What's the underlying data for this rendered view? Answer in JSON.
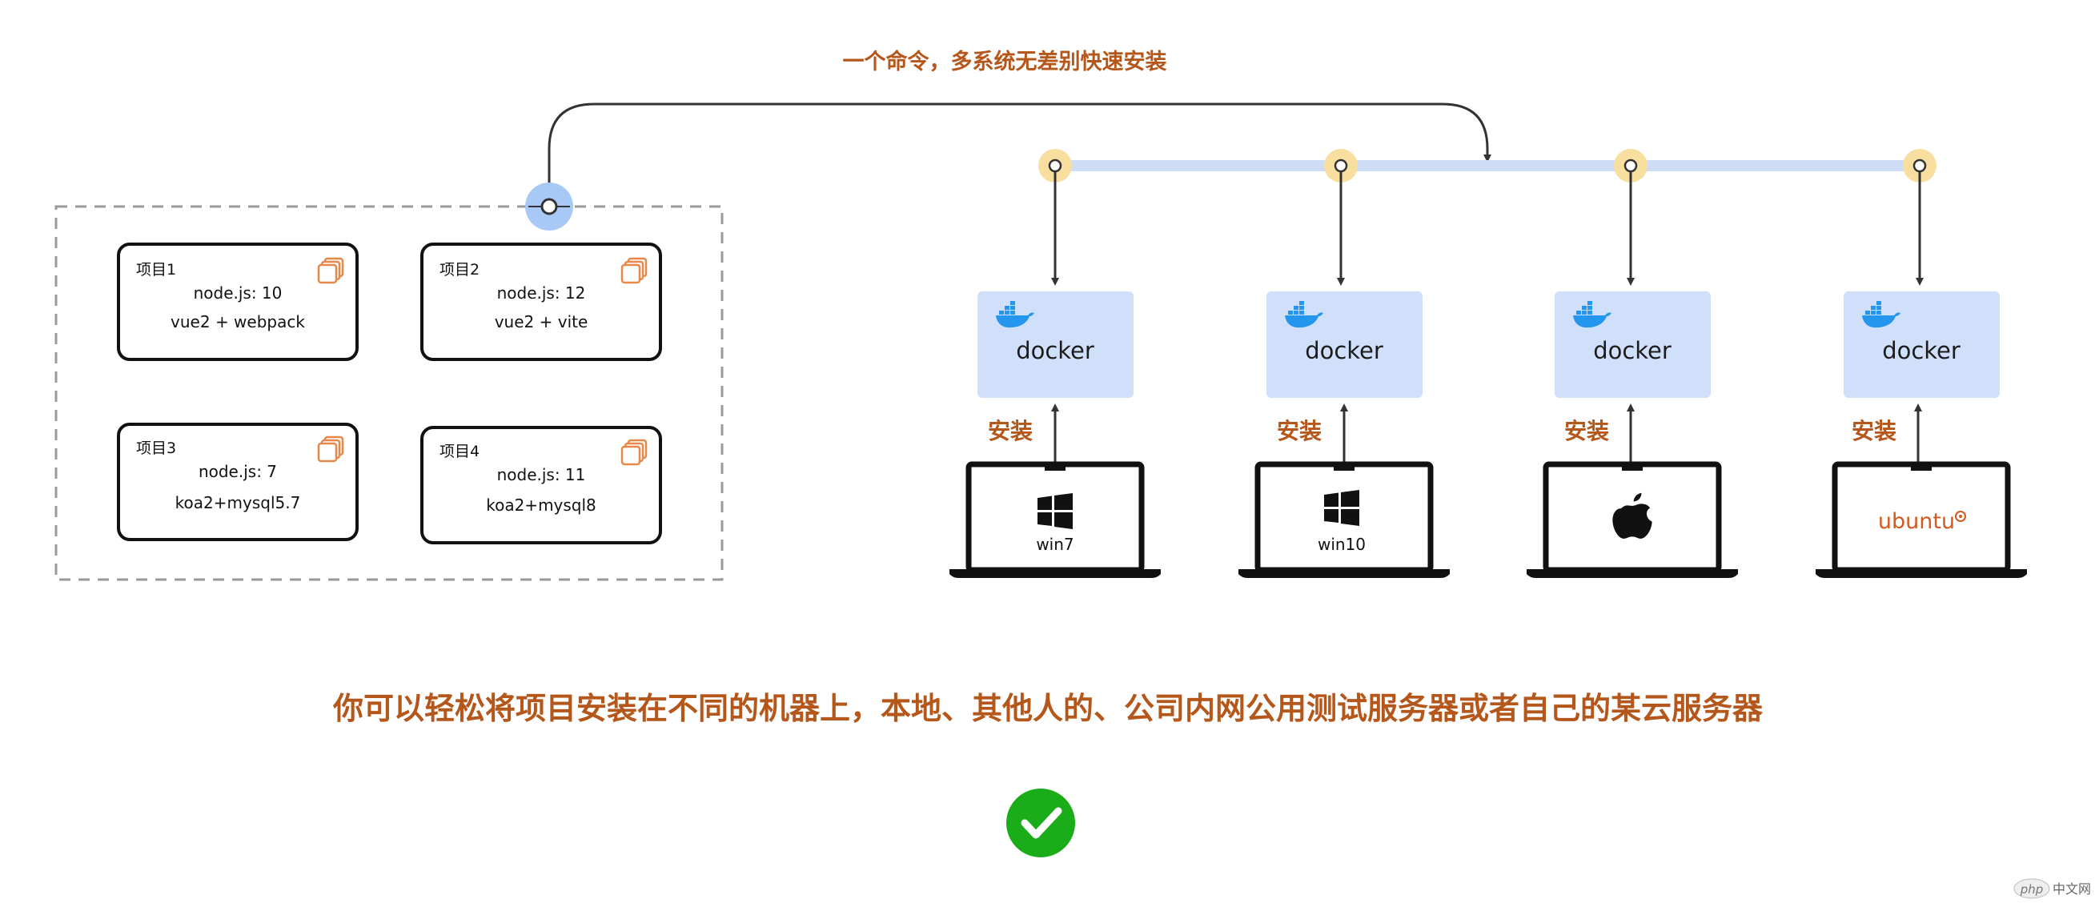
{
  "top_label": "一个命令，多系统无差别快速安装",
  "caption": "你可以轻松将项目安装在不同的机器上，本地、其他人的、公司内网公用测试服务器或者自己的某云服务器",
  "projects": [
    {
      "title": "项目1",
      "node": "node.js: 10",
      "stack": "vue2 + webpack"
    },
    {
      "title": "项目2",
      "node": "node.js: 12",
      "stack": "vue2 + vite"
    },
    {
      "title": "项目3",
      "node": "node.js: 7",
      "stack": "koa2+mysql5.7"
    },
    {
      "title": "项目4",
      "node": "node.js: 11",
      "stack": "koa2+mysql8"
    }
  ],
  "machines": [
    {
      "docker_label": "docker",
      "install_label": "安装",
      "os_label": "win7",
      "os_icon": "windows-icon"
    },
    {
      "docker_label": "docker",
      "install_label": "安装",
      "os_label": "win10",
      "os_icon": "windows-icon"
    },
    {
      "docker_label": "docker",
      "install_label": "安装",
      "os_label": "",
      "os_icon": "apple-icon"
    },
    {
      "docker_label": "docker",
      "install_label": "安装",
      "os_label": "ubuntu",
      "os_icon": "ubuntu-logo"
    }
  ],
  "watermark": {
    "badge": "php",
    "text": "中文网"
  },
  "colors": {
    "accent_text": "#b5561a",
    "docker_box": "#d0e0fb",
    "bus_line": "#cfdcf6",
    "node_halo": "#f8dfa0",
    "project_icon": "#e8874a",
    "check_green": "#1aad19",
    "docker_whale": "#2496ed",
    "ubuntu": "#d35a1f"
  }
}
